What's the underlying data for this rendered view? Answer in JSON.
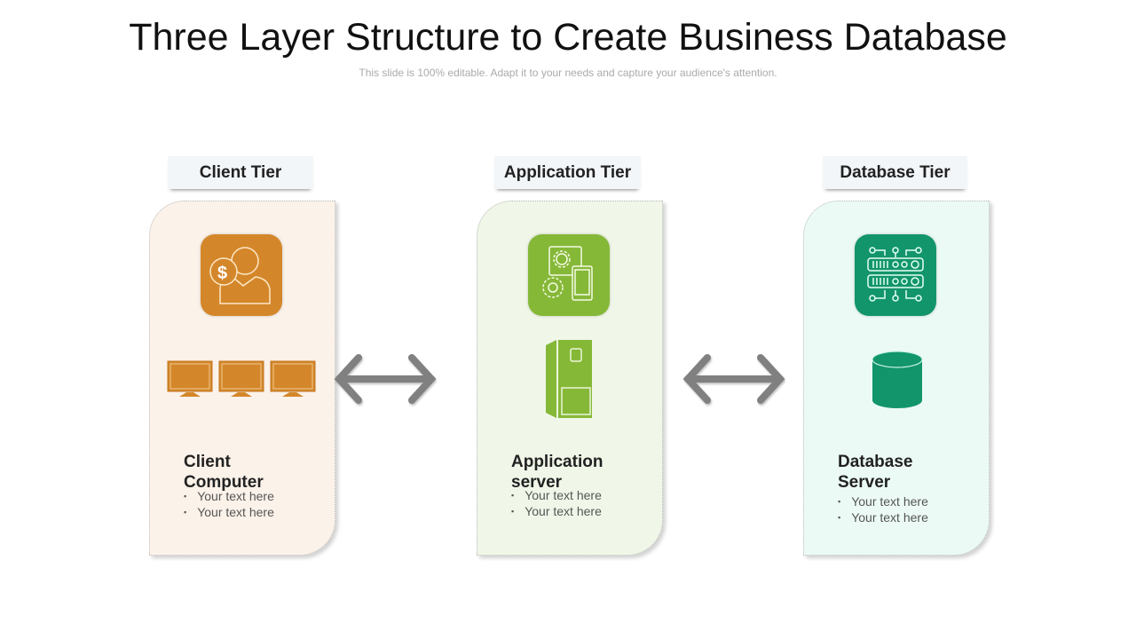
{
  "title": "Three Layer Structure to Create Business Database",
  "subtitle": "This slide is 100% editable. Adapt it to your needs and capture your audience's attention.",
  "colors": {
    "client": "#d4872a",
    "application": "#86b838",
    "database": "#12956b",
    "arrow": "#808080"
  },
  "tiers": [
    {
      "label": "Client Tier",
      "title_line1": "Client",
      "title_line2": "Computer",
      "bullets": [
        "Your text here",
        "Your text here"
      ],
      "icons": [
        "user-dollar-icon",
        "monitors-icon"
      ]
    },
    {
      "label": "Application Tier",
      "title_line1": "Application",
      "title_line2": "server",
      "bullets": [
        "Your text here",
        "Your text here"
      ],
      "icons": [
        "devices-gears-icon",
        "server-cabinet-icon"
      ]
    },
    {
      "label": "Database Tier",
      "title_line1": "Database",
      "title_line2": "Server",
      "bullets": [
        "Your text here",
        "Your text here"
      ],
      "icons": [
        "server-rack-icon",
        "database-cylinder-icon"
      ]
    }
  ]
}
